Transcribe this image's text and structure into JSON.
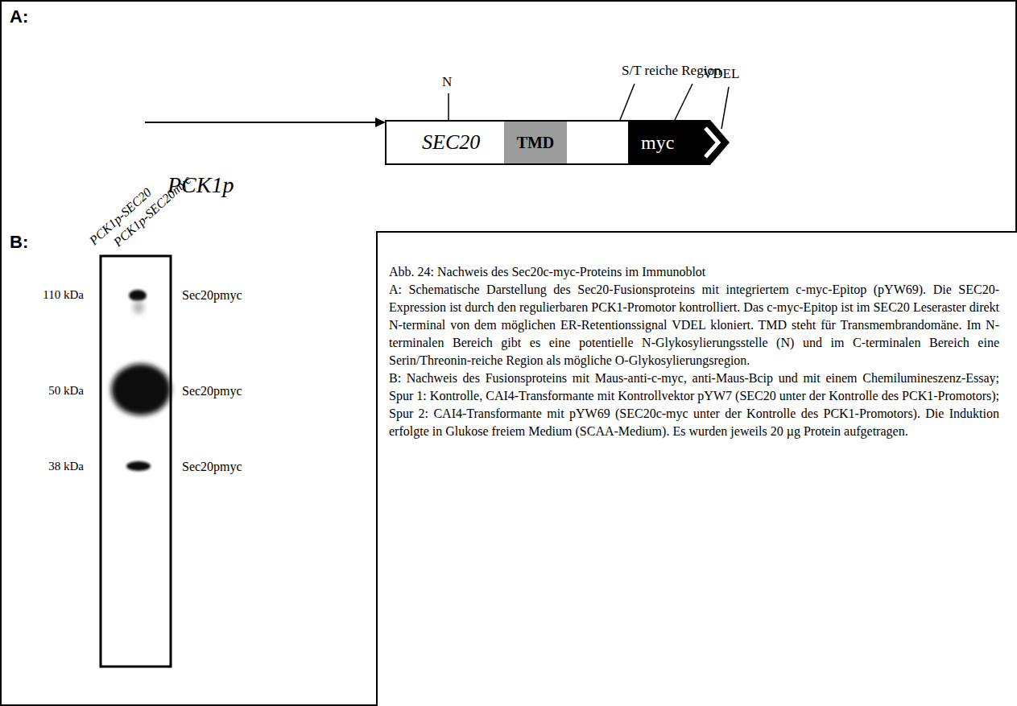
{
  "diagram": {
    "nodes": [
      {
        "text": [
          "SEC20"
        ]
      },
      {
        "text": [
          "TMD"
        ],
        "in": 0
      },
      {
        "text": [
          "myc"
        ]
      },
      {
        "text": [
          "Abb. 24: Nachweis des Sec20c-myc-Proteins im Immunoblot",
          "A: Schematische Darstellung des Sec20-Fusionsproteins mit integriertem c-myc-Epitop (pYW69). Die SEC20-Expression ist durch den regulierbaren PCK1-Promotor kontrolliert. Das c-myc-Epitop ist im SEC20 Leseraster direkt N-terminal von dem möglichen ER-Retentionssignal VDEL kloniert. TMD steht für Transmembrandomäne. Im N-terminalen Bereich gibt es eine potentielle N-Glykosylierungsstelle (N) und im C-terminalen Bereich eine Serin/Threonin-reiche Region als mögliche O-Glykosylierungsregion.",
          "B: Nachweis des Fusionsproteins mit Maus-anti-c-myc, anti-Maus-Bcip und mit einem Chemilumineszenz-Essay; Spur 1: Kontrolle, CAI4-Transformante mit Kontrollvektor pYW7 (SEC20 unter der Kontrolle des PCK1-Promotors); Spur 2: CAI4-Transformante mit pYW69 (SEC20c-myc unter der Kontrolle des PCK1-Promotors). Die Induktion erfolgte in Glukose freiem Medium (SCAA-Medium). Es wurden jeweils 20 µg Protein aufgetragen."
        ]
      }
    ],
    "labels": [
      "A:",
      "N",
      "S/T reiche Region",
      "VDEL",
      "PCK1p",
      "B:",
      "PCK1p-SEC20",
      "PCK1p-SEC20myc",
      "110 kDa",
      "Sec20pmyc",
      "50 kDa",
      "Sec20pmyc",
      "38 kDa",
      "Sec20pmyc"
    ]
  }
}
